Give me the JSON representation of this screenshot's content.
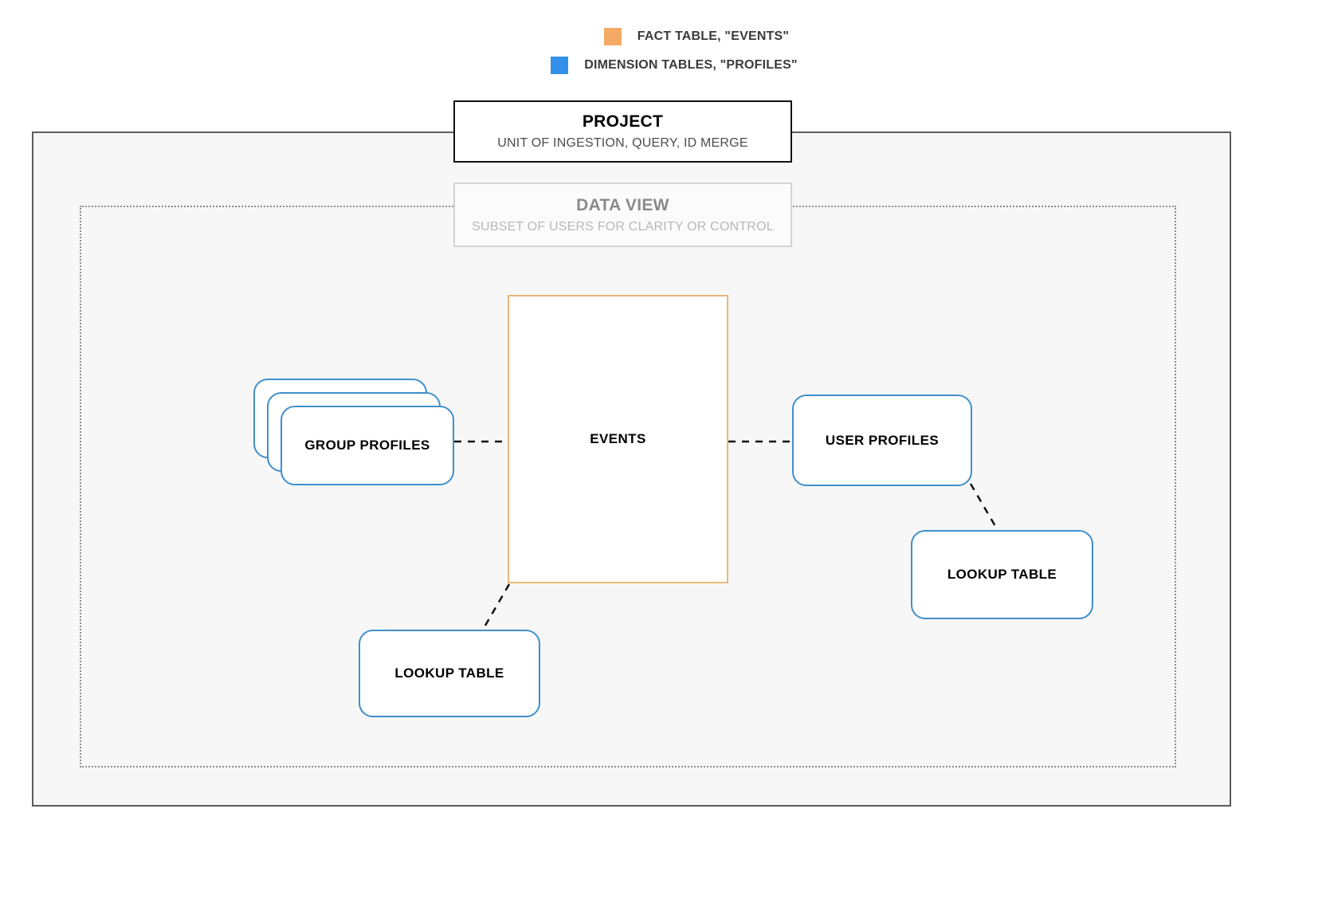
{
  "legend": {
    "items": [
      {
        "swatch_color": "#f4aa64",
        "label": "FACT TABLE, \"EVENTS\"",
        "icon": "square-swatch-icon"
      },
      {
        "swatch_color": "#3390e8",
        "label": "DIMENSION TABLES, \"PROFILES\"",
        "icon": "square-swatch-icon"
      }
    ]
  },
  "project": {
    "title": "PROJECT",
    "subtitle": "UNIT OF INGESTION, QUERY, ID MERGE"
  },
  "data_view": {
    "title": "DATA VIEW",
    "subtitle": "SUBSET OF USERS FOR CLARITY OR CONTROL"
  },
  "nodes": {
    "events": {
      "label": "EVENTS",
      "type": "fact-table",
      "color": "#e8b878"
    },
    "group_profiles": {
      "label": "GROUP PROFILES",
      "type": "dimension-table-stack",
      "color": "#3f8fcc",
      "stack_count": 3
    },
    "user_profiles": {
      "label": "USER PROFILES",
      "type": "dimension-table",
      "color": "#3f8fcc"
    },
    "lookup_table_left": {
      "label": "LOOKUP TABLE",
      "type": "dimension-table",
      "color": "#3f8fcc"
    },
    "lookup_table_right": {
      "label": "LOOKUP TABLE",
      "type": "dimension-table",
      "color": "#3f8fcc"
    }
  },
  "connections": [
    {
      "from": "group_profiles",
      "to": "events",
      "style": "dashed"
    },
    {
      "from": "events",
      "to": "user_profiles",
      "style": "dashed"
    },
    {
      "from": "events",
      "to": "lookup_table_left",
      "style": "dashed"
    },
    {
      "from": "user_profiles",
      "to": "lookup_table_right",
      "style": "dashed"
    }
  ],
  "colors": {
    "fact": "#f4aa64",
    "dimension": "#3390e8",
    "project_border": "#111111",
    "data_view_border": "#d4d4d4",
    "frame_border": "#5c5c5c",
    "frame_background": "#f7f7f7",
    "connector": "#111111"
  }
}
